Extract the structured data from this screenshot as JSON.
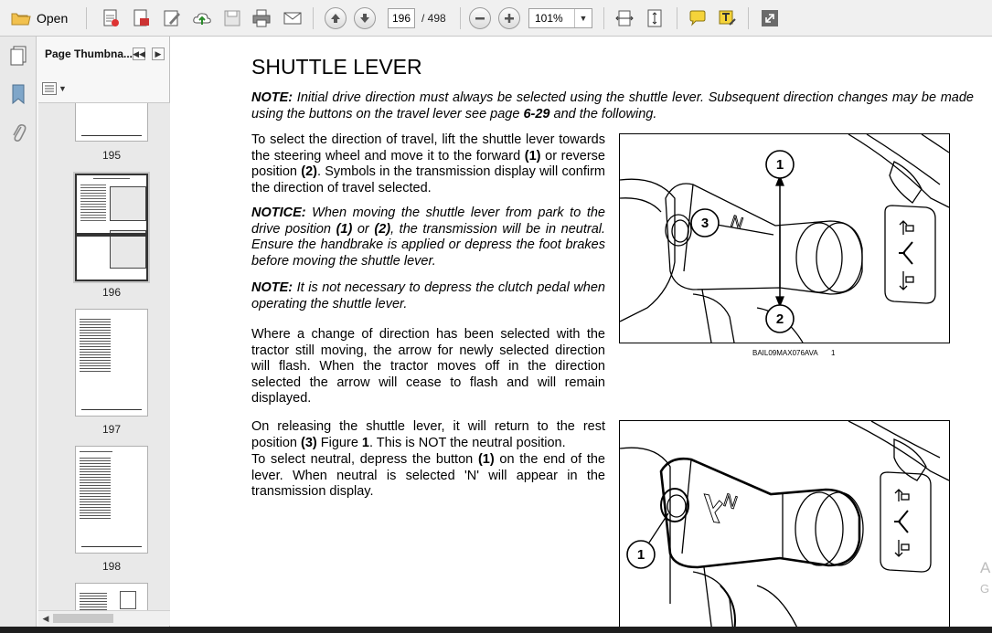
{
  "toolbar": {
    "open_label": "Open",
    "current_page": "196",
    "page_total": "/ 498",
    "zoom_value": "101%"
  },
  "thumbnails": {
    "panel_title": "Page Thumbna...",
    "pages": [
      "195",
      "196",
      "197",
      "198"
    ]
  },
  "document": {
    "title": "SHUTTLE LEVER",
    "note1_label": "NOTE:",
    "note1_text_a": " Initial drive direction must always be selected using the shuttle lever. Subsequent direction changes may be made using the buttons on the travel lever see page ",
    "note1_ref": "6-29",
    "note1_text_b": " and the following.",
    "p1_a": "To select the direction of travel, lift the shuttle lever towards the steering wheel and move it to the forward ",
    "p1_b1": "(1)",
    "p1_c": " or reverse position ",
    "p1_b2": "(2)",
    "p1_d": ". Symbols in the transmission display will confirm the direction of travel selected.",
    "notice_label": "NOTICE:",
    "notice_a": " When moving the shuttle lever from park to the drive position ",
    "notice_b1": "(1)",
    "notice_c": " or ",
    "notice_b2": "(2)",
    "notice_d": ", the transmission will be in neutral. Ensure the handbrake is applied or depress the foot brakes before moving the shuttle lever.",
    "note2_label": "NOTE:",
    "note2_text": " It is not necessary to depress the clutch pedal when operating the shuttle lever.",
    "p2": "Where a change of direction has been selected with the tractor still moving, the arrow for newly selected direction will flash. When the tractor moves off in the direction selected the arrow will cease to flash and will remain displayed.",
    "p3_a": "On releasing the shuttle lever, it will return to the rest position ",
    "p3_b": "(3)",
    "p3_c": " Figure ",
    "p3_d": "1",
    "p3_e": ". This is NOT the neutral position.",
    "p4_a": "To select neutral, depress the button ",
    "p4_b": "(1)",
    "p4_c": " on the end of the lever. When neutral is selected 'N' will appear in the transmission display.",
    "fig1_code": "BAIL09MAX076AVA",
    "fig1_num": "1",
    "callout_1": "1",
    "callout_2": "2",
    "callout_3": "3",
    "fig_lever_text": "N",
    "side_a": "A",
    "side_g": "G"
  }
}
